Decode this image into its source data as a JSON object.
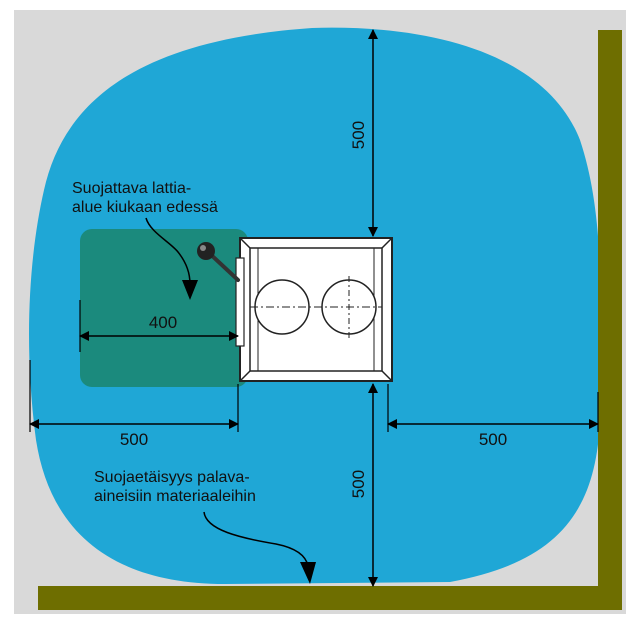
{
  "labels": {
    "protected_floor_line1": "Suojattava lattia-",
    "protected_floor_line2": "alue kiukaan edessä",
    "safety_distance_line1": "Suojaetäisyys palava-",
    "safety_distance_line2": "aineisiin materiaaleihin"
  },
  "dimensions": {
    "top": "500",
    "front_area": "400",
    "left": "500",
    "right": "500",
    "bottom": "500"
  },
  "colors": {
    "background": "#d9d9d9",
    "clearance_zone": "#1fa7d6",
    "protected_area": "#1b8a7d",
    "wall": "#6e6e00",
    "stove_outline": "#222222",
    "dimension_line": "#000000"
  },
  "icons": {
    "stove": "sauna-stove-top-view",
    "handle": "stove-door-handle",
    "arrow": "curved-pointer-arrow"
  }
}
